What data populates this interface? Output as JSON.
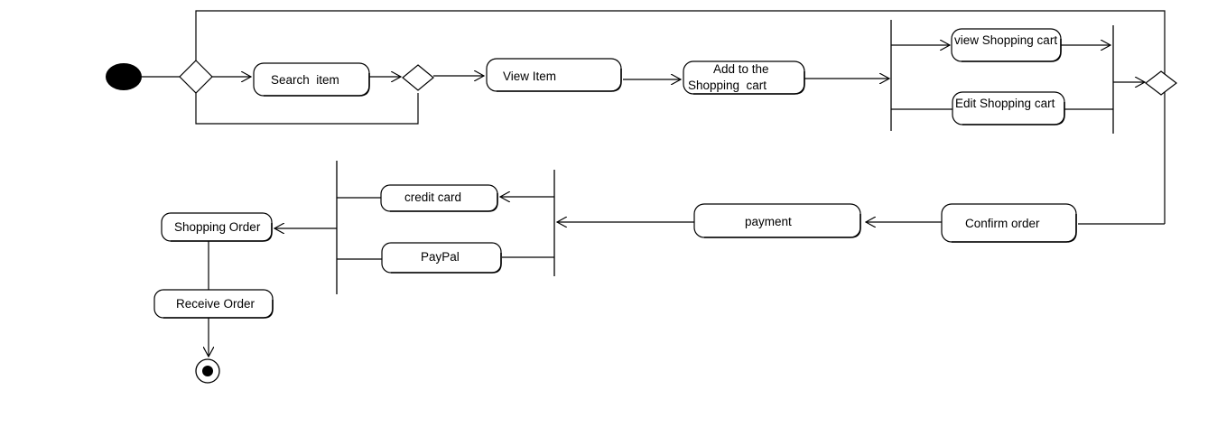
{
  "activities": {
    "search_item": "Search  item",
    "view_item": "View Item",
    "add_to_cart_line1": "Add to the",
    "add_to_cart_line2": "Shopping  cart",
    "view_cart": "view Shopping cart",
    "edit_cart": "Edit Shopping cart",
    "confirm_order": "Confirm order",
    "payment": "payment",
    "credit_card": "credit card",
    "paypal": "PayPal",
    "shopping_order": "Shopping Order",
    "receive_order": "Receive Order"
  }
}
